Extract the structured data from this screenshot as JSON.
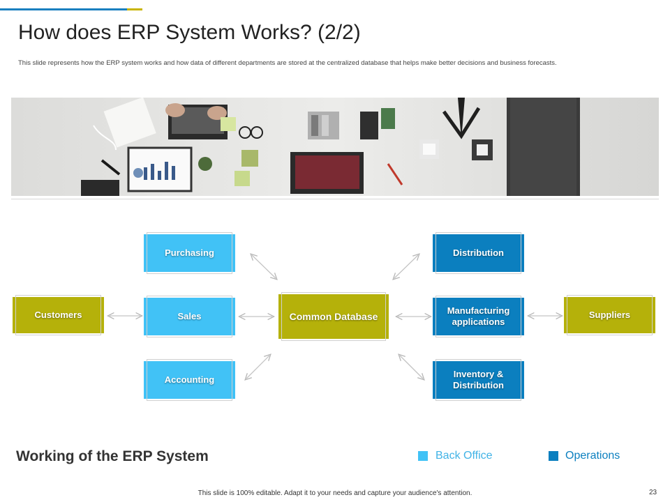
{
  "slide": {
    "title": "How does ERP System Works? (2/2)",
    "subtitle": "This slide represents how the ERP  system works and how data of different departments are stored at the centralized database that helps make  better decisions and business forecasts.",
    "footer_title": "Working of the ERP System",
    "bottom_note": "This slide is 100% editable.  Adapt it to your needs and capture your audience's attention.",
    "page_number": "23"
  },
  "diagram": {
    "center": "Common Database",
    "back_office": [
      "Purchasing",
      "Sales",
      "Accounting"
    ],
    "operations": [
      "Distribution",
      "Manufacturing applications",
      "Inventory & Distribution"
    ],
    "external_left": "Customers",
    "external_right": "Suppliers"
  },
  "legend": {
    "back_office": "Back Office",
    "operations": "Operations"
  },
  "colors": {
    "back_office": "#41c2f6",
    "operations": "#0b7fbf",
    "external": "#b5b10a",
    "accent_blue": "#1a7fbf",
    "accent_gold": "#c8b400"
  },
  "image": {
    "description_icon": "office-desk-photo"
  }
}
